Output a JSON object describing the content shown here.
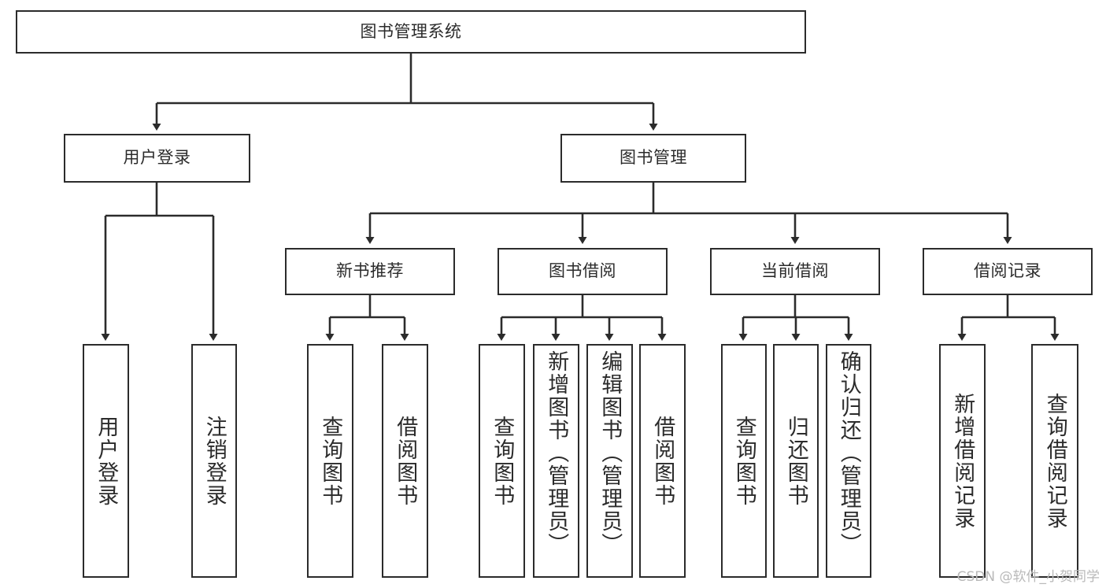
{
  "diagram": {
    "type": "hierarchy-tree",
    "title": "图书管理系统",
    "watermark": "CSDN @软件_小贺同学",
    "colors": {
      "stroke": "#2b2b2b",
      "fill": "#ffffff",
      "text": "#2b2b2b",
      "watermark": "#b9b9b9"
    },
    "nodes": {
      "root": {
        "label": "图书管理系统",
        "level": 1,
        "orientation": "horizontal"
      },
      "n_user_login": {
        "label": "用户登录",
        "level": 2,
        "orientation": "horizontal"
      },
      "n_book_mgmt": {
        "label": "图书管理",
        "level": 2,
        "orientation": "horizontal"
      },
      "n_new_book_rec": {
        "label": "新书推荐",
        "level": 3,
        "orientation": "horizontal"
      },
      "n_book_borrow": {
        "label": "图书借阅",
        "level": 3,
        "orientation": "horizontal"
      },
      "n_current_borrow": {
        "label": "当前借阅",
        "level": 3,
        "orientation": "horizontal"
      },
      "n_borrow_record": {
        "label": "借阅记录",
        "level": 3,
        "orientation": "horizontal"
      },
      "l_user_login": {
        "label": "用户登录",
        "level": 4,
        "orientation": "vertical"
      },
      "l_logout": {
        "label": "注销登录",
        "level": 4,
        "orientation": "vertical"
      },
      "l_query_book_1": {
        "label": "查询图书",
        "level": 4,
        "orientation": "vertical"
      },
      "l_borrow_book_1": {
        "label": "借阅图书",
        "level": 4,
        "orientation": "vertical"
      },
      "l_query_book_2": {
        "label": "查询图书",
        "level": 4,
        "orientation": "vertical"
      },
      "l_add_book": {
        "label": "新增图书（管理员）",
        "level": 4,
        "orientation": "vertical"
      },
      "l_edit_book": {
        "label": "编辑图书（管理员）",
        "level": 4,
        "orientation": "vertical"
      },
      "l_borrow_book_2": {
        "label": "借阅图书",
        "level": 4,
        "orientation": "vertical"
      },
      "l_query_book_3": {
        "label": "查询图书",
        "level": 4,
        "orientation": "vertical"
      },
      "l_return_book": {
        "label": "归还图书",
        "level": 4,
        "orientation": "vertical"
      },
      "l_confirm_return": {
        "label": "确认归还（管理员）",
        "level": 4,
        "orientation": "vertical"
      },
      "l_add_record": {
        "label": "新增借阅记录",
        "level": 4,
        "orientation": "vertical"
      },
      "l_query_record": {
        "label": "查询借阅记录",
        "level": 4,
        "orientation": "vertical"
      }
    },
    "edges": [
      {
        "from": "root",
        "to": "n_user_login"
      },
      {
        "from": "root",
        "to": "n_book_mgmt"
      },
      {
        "from": "n_user_login",
        "to": "l_user_login"
      },
      {
        "from": "n_user_login",
        "to": "l_logout"
      },
      {
        "from": "n_book_mgmt",
        "to": "n_new_book_rec"
      },
      {
        "from": "n_book_mgmt",
        "to": "n_book_borrow"
      },
      {
        "from": "n_book_mgmt",
        "to": "n_current_borrow"
      },
      {
        "from": "n_book_mgmt",
        "to": "n_borrow_record"
      },
      {
        "from": "n_new_book_rec",
        "to": "l_query_book_1"
      },
      {
        "from": "n_new_book_rec",
        "to": "l_borrow_book_1"
      },
      {
        "from": "n_book_borrow",
        "to": "l_query_book_2"
      },
      {
        "from": "n_book_borrow",
        "to": "l_add_book"
      },
      {
        "from": "n_book_borrow",
        "to": "l_edit_book"
      },
      {
        "from": "n_book_borrow",
        "to": "l_borrow_book_2"
      },
      {
        "from": "n_current_borrow",
        "to": "l_query_book_3"
      },
      {
        "from": "n_current_borrow",
        "to": "l_return_book"
      },
      {
        "from": "n_current_borrow",
        "to": "l_confirm_return"
      },
      {
        "from": "n_borrow_record",
        "to": "l_add_record"
      },
      {
        "from": "n_borrow_record",
        "to": "l_query_record"
      }
    ]
  }
}
